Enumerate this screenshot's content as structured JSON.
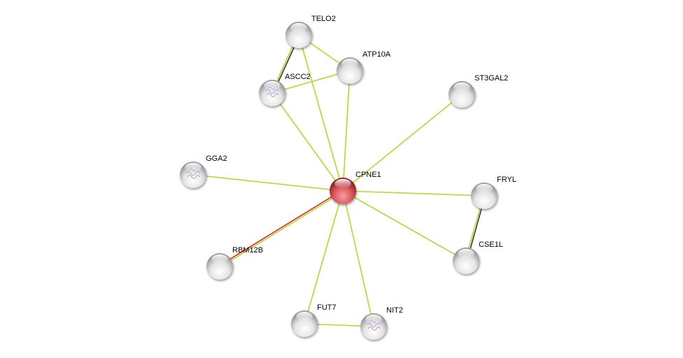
{
  "network": {
    "query_node": "CPNE1",
    "colors": {
      "query": "#d9545a",
      "node": "#d8d8d8",
      "textmining": "#b7d72a",
      "coexpression": "#333333",
      "experiments": "#ee2222"
    },
    "nodes": [
      {
        "id": "TELO2",
        "structure": false
      },
      {
        "id": "ATP10A",
        "structure": false
      },
      {
        "id": "ASCC2",
        "structure": true
      },
      {
        "id": "ST3GAL2",
        "structure": false
      },
      {
        "id": "GGA2",
        "structure": true
      },
      {
        "id": "CPNE1",
        "structure": false
      },
      {
        "id": "FRYL",
        "structure": false
      },
      {
        "id": "CSE1L",
        "structure": false
      },
      {
        "id": "RBM12B",
        "structure": false
      },
      {
        "id": "FUT7",
        "structure": false
      },
      {
        "id": "NIT2",
        "structure": true
      }
    ],
    "edges": [
      {
        "a": "TELO2",
        "b": "ASCC2",
        "types": [
          "coexpression",
          "textmining"
        ]
      },
      {
        "a": "TELO2",
        "b": "ATP10A",
        "types": [
          "textmining"
        ]
      },
      {
        "a": "TELO2",
        "b": "CPNE1",
        "types": [
          "textmining"
        ]
      },
      {
        "a": "ATP10A",
        "b": "ASCC2",
        "types": [
          "textmining"
        ]
      },
      {
        "a": "ATP10A",
        "b": "CPNE1",
        "types": [
          "textmining"
        ]
      },
      {
        "a": "ASCC2",
        "b": "CPNE1",
        "types": [
          "textmining"
        ]
      },
      {
        "a": "ST3GAL2",
        "b": "CPNE1",
        "types": [
          "textmining"
        ]
      },
      {
        "a": "GGA2",
        "b": "CPNE1",
        "types": [
          "textmining"
        ]
      },
      {
        "a": "FRYL",
        "b": "CPNE1",
        "types": [
          "textmining"
        ]
      },
      {
        "a": "CSE1L",
        "b": "CPNE1",
        "types": [
          "textmining"
        ]
      },
      {
        "a": "FRYL",
        "b": "CSE1L",
        "types": [
          "coexpression",
          "textmining"
        ]
      },
      {
        "a": "RBM12B",
        "b": "CPNE1",
        "types": [
          "experiments",
          "textmining"
        ]
      },
      {
        "a": "FUT7",
        "b": "CPNE1",
        "types": [
          "textmining"
        ]
      },
      {
        "a": "NIT2",
        "b": "CPNE1",
        "types": [
          "textmining"
        ]
      },
      {
        "a": "FUT7",
        "b": "NIT2",
        "types": [
          "textmining"
        ]
      }
    ]
  }
}
